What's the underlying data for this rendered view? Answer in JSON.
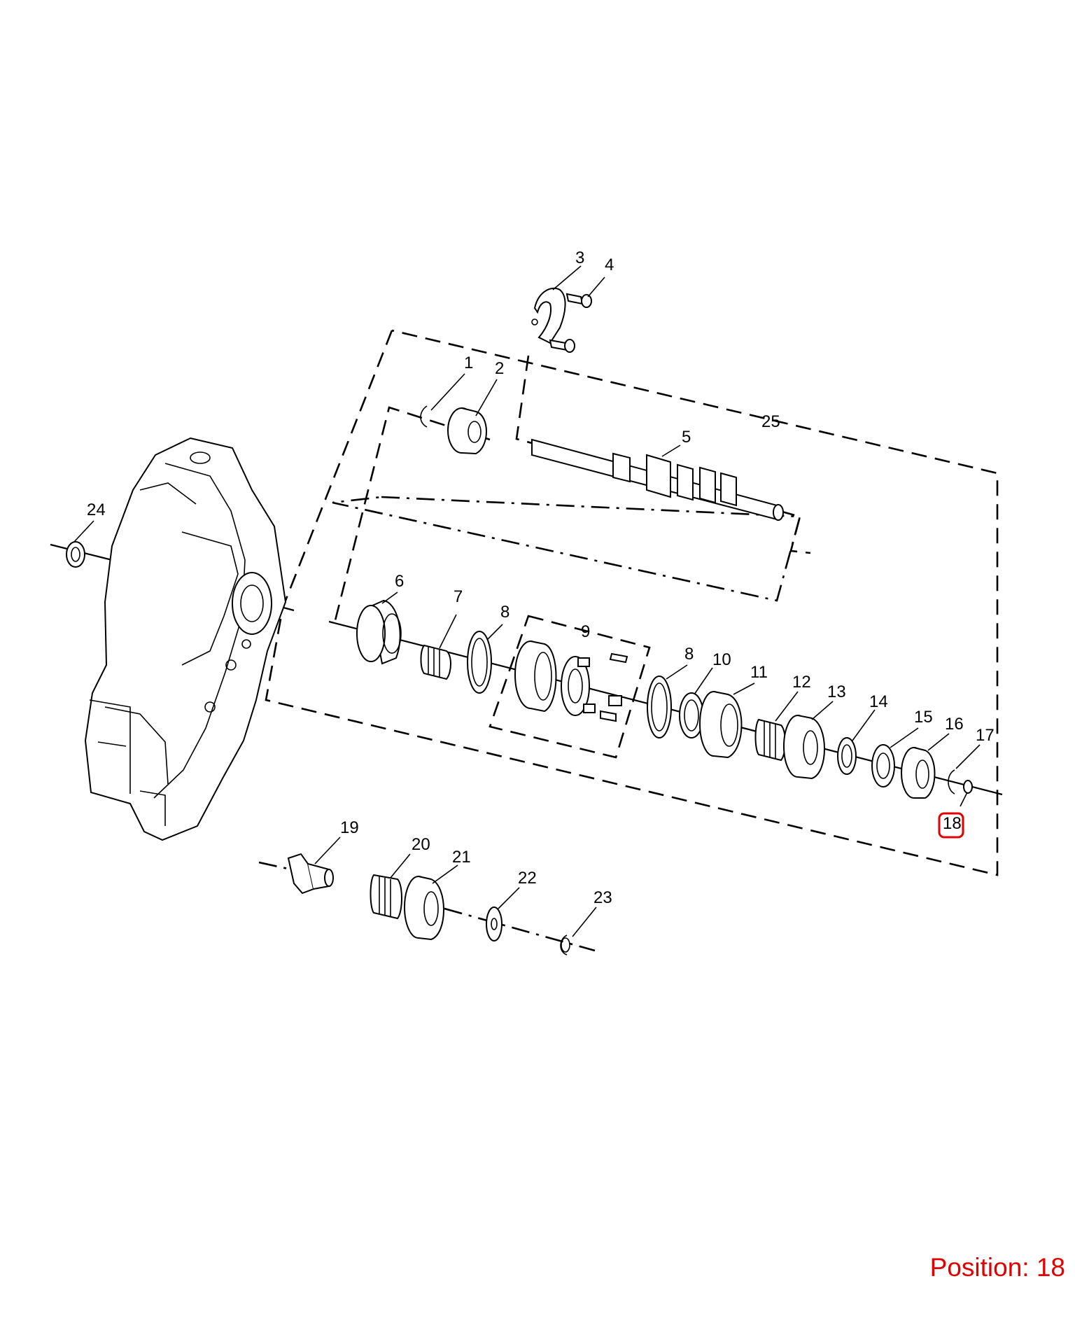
{
  "callouts": {
    "c1": "1",
    "c2": "2",
    "c3": "3",
    "c4": "4",
    "c5": "5",
    "c6": "6",
    "c7": "7",
    "c8a": "8",
    "c8b": "8",
    "c9": "9",
    "c10": "10",
    "c11": "11",
    "c12": "12",
    "c13": "13",
    "c14": "14",
    "c15": "15",
    "c16": "16",
    "c17": "17",
    "c18": "18",
    "c19": "19",
    "c20": "20",
    "c21": "21",
    "c22": "22",
    "c23": "23",
    "c24": "24",
    "c25": "25"
  },
  "highlight": {
    "callout": "18",
    "color": "#e00000"
  },
  "position_label": "Position: 18"
}
